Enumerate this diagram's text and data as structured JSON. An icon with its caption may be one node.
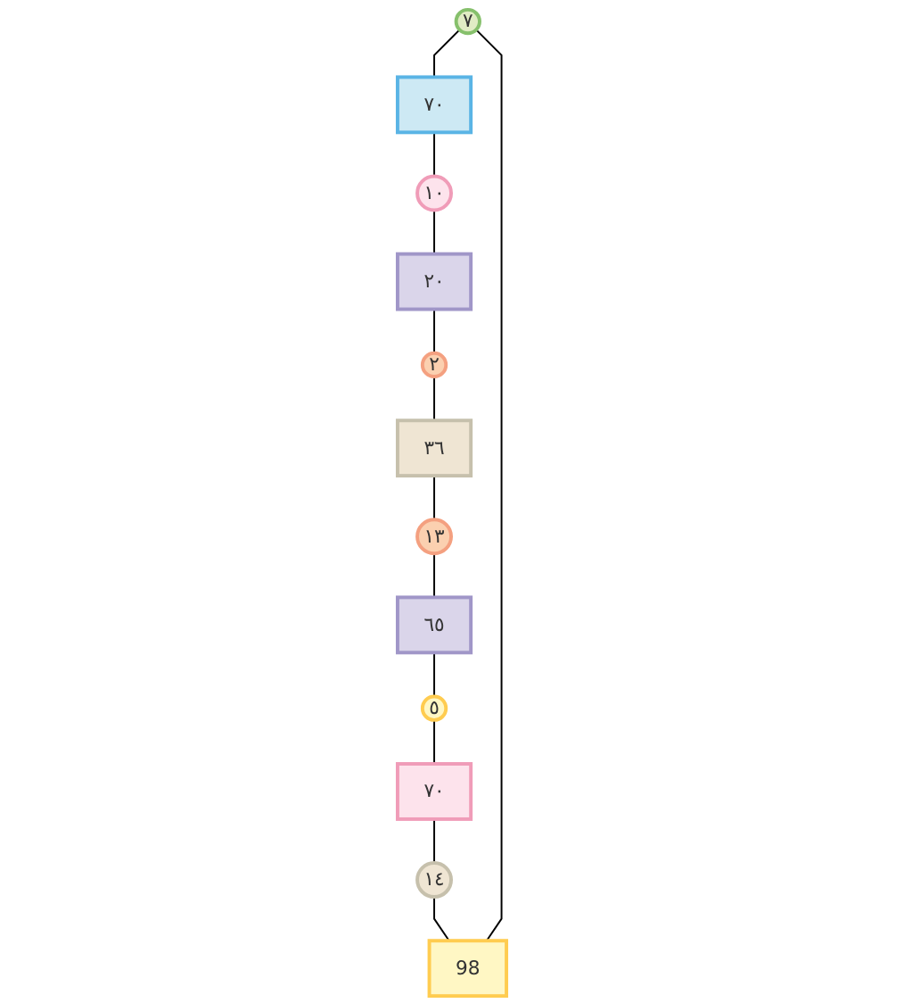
{
  "diagram": {
    "nodes": [
      {
        "text": [
          "٧"
        ]
      },
      {
        "text": [
          "٧٠"
        ]
      },
      {
        "text": [
          "١٠"
        ]
      },
      {
        "text": [
          "٢٠"
        ]
      },
      {
        "text": [
          "٢"
        ]
      },
      {
        "text": [
          "٣٦"
        ]
      },
      {
        "text": [
          "١٣"
        ]
      },
      {
        "text": [
          "٦٥"
        ]
      },
      {
        "text": [
          "٥"
        ]
      },
      {
        "text": [
          "٧٠"
        ]
      },
      {
        "text": [
          "١٤"
        ]
      },
      {
        "text": [
          "98"
        ]
      }
    ],
    "edges": [
      {
        "from": 0,
        "to": 1,
        "arrow": "none"
      },
      {
        "from": 1,
        "to": 2,
        "arrow": "none"
      },
      {
        "from": 2,
        "to": 3,
        "arrow": "none"
      },
      {
        "from": 3,
        "to": 4,
        "arrow": "none"
      },
      {
        "from": 4,
        "to": 5,
        "arrow": "none"
      },
      {
        "from": 5,
        "to": 6,
        "arrow": "none"
      },
      {
        "from": 6,
        "to": 7,
        "arrow": "none"
      },
      {
        "from": 7,
        "to": 8,
        "arrow": "none"
      },
      {
        "from": 8,
        "to": 9,
        "arrow": "none"
      },
      {
        "from": 9,
        "to": 10,
        "arrow": "none"
      },
      {
        "from": 10,
        "to": 11,
        "arrow": "none"
      },
      {
        "from": 11,
        "to": 0,
        "arrow": "none"
      }
    ]
  }
}
